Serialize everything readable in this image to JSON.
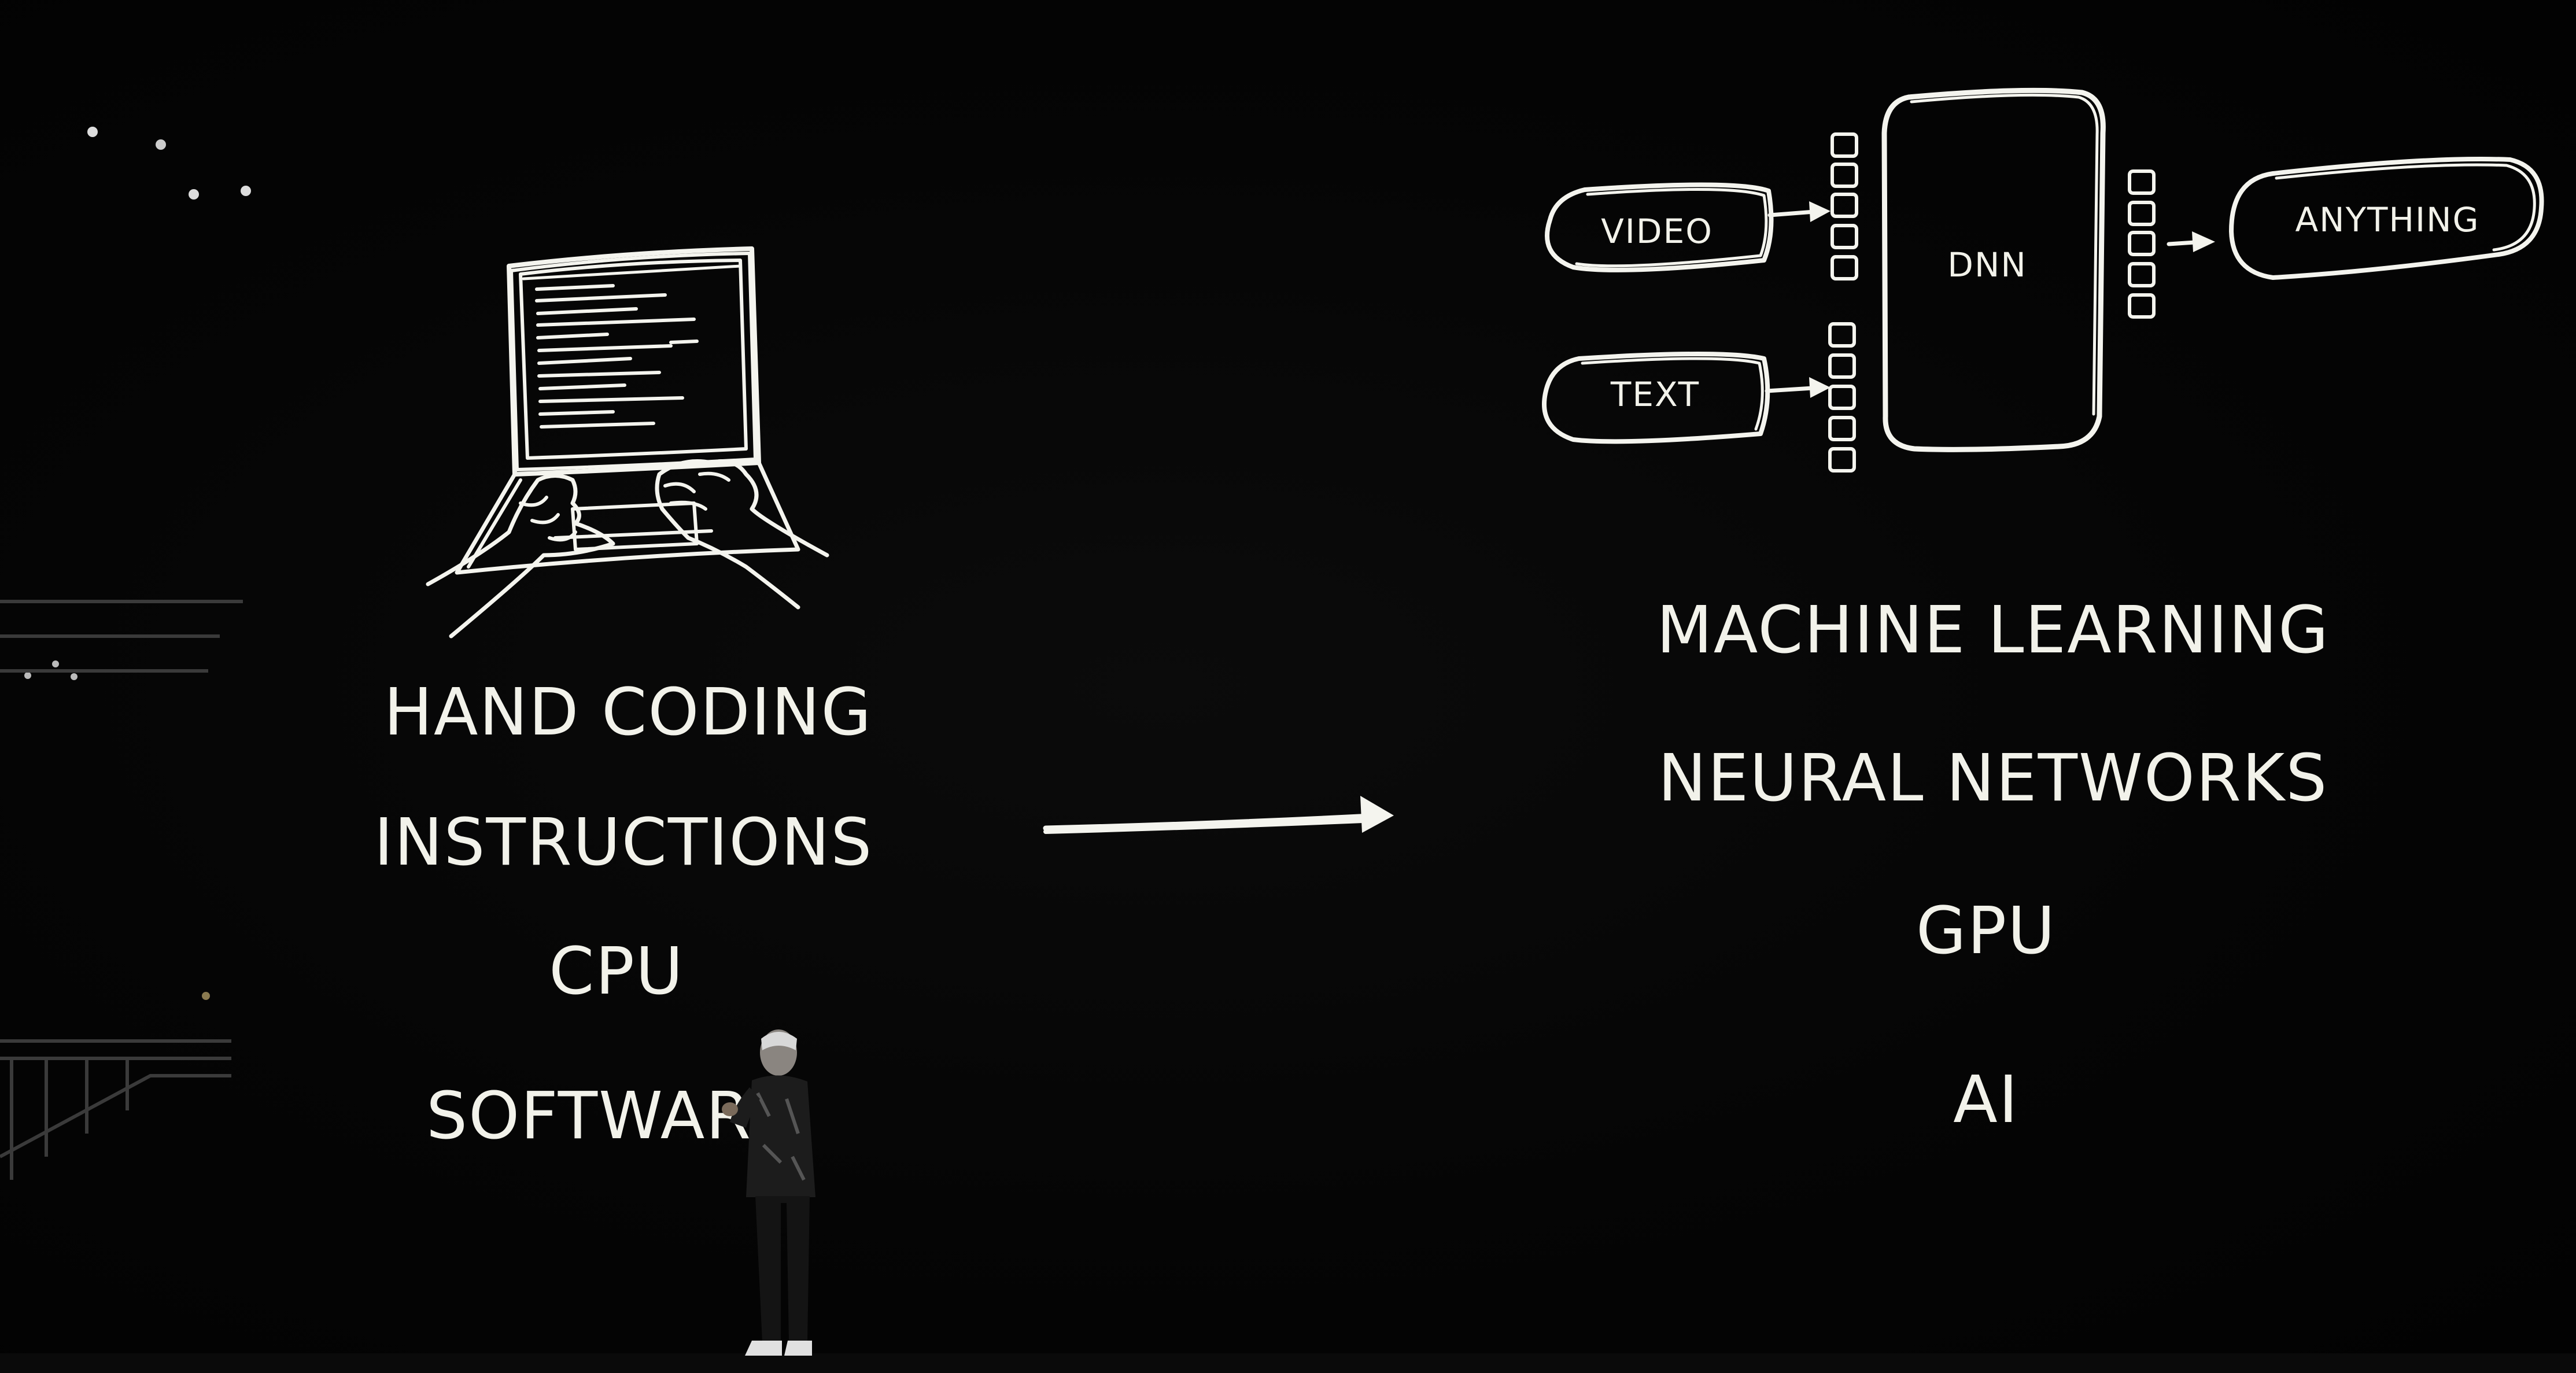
{
  "left_terms": [
    "HAND CODING",
    "INSTRUCTIONS",
    "CPU",
    "SOFTWARE"
  ],
  "right_terms": [
    "MACHINE LEARNING",
    "NEURAL NETWORKS",
    "GPU",
    "AI"
  ],
  "diagram": {
    "inputs": [
      "VIDEO",
      "TEXT"
    ],
    "model": "DNN",
    "output": "ANYTHING"
  },
  "icons": {
    "laptop": "laptop-hands-typing-icon",
    "transition_arrow": "right-arrow-icon"
  },
  "colors": {
    "background": "#000000",
    "chalk": "#f4f4ee"
  }
}
